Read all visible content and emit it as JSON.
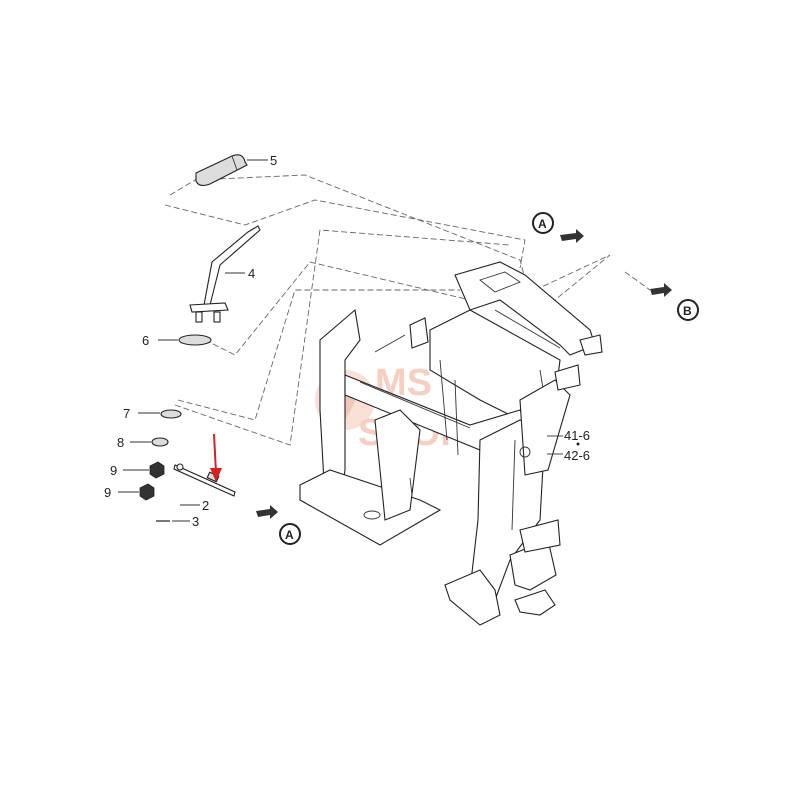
{
  "diagram": {
    "callouts": [
      {
        "id": "5",
        "text": "5"
      },
      {
        "id": "4",
        "text": "4"
      },
      {
        "id": "6",
        "text": "6"
      },
      {
        "id": "7",
        "text": "7"
      },
      {
        "id": "8",
        "text": "8"
      },
      {
        "id": "9a",
        "text": "9"
      },
      {
        "id": "9b",
        "text": "9"
      },
      {
        "id": "2",
        "text": "2"
      },
      {
        "id": "3",
        "text": "3"
      },
      {
        "id": "41",
        "text": "41-6"
      },
      {
        "id": "42",
        "text": "42-6"
      }
    ],
    "view_markers": {
      "a_top": "A",
      "b_right": "B",
      "a_bottom": "A"
    },
    "watermark": {
      "line1": "MS",
      "line2": "SHOP"
    },
    "colors": {
      "arrow": "#d62020",
      "watermark": "#f0a890",
      "ink": "#222222"
    }
  }
}
